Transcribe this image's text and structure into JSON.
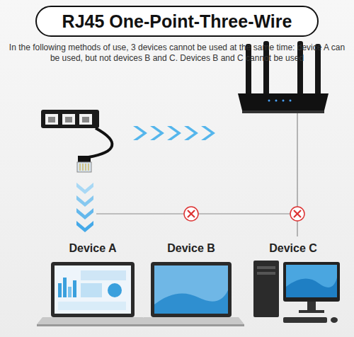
{
  "diagram": {
    "title": "RJ45 One-Point-Three-Wire",
    "caption": "In the following methods of use, 3 devices cannot be used at the same time: device A can be used, but not devices B and C. Devices B and C cannot be used",
    "nodes": [
      {
        "text": [
          "Device A"
        ]
      },
      {
        "text": [
          "Device B"
        ]
      },
      {
        "text": [
          "Device C"
        ]
      }
    ]
  }
}
